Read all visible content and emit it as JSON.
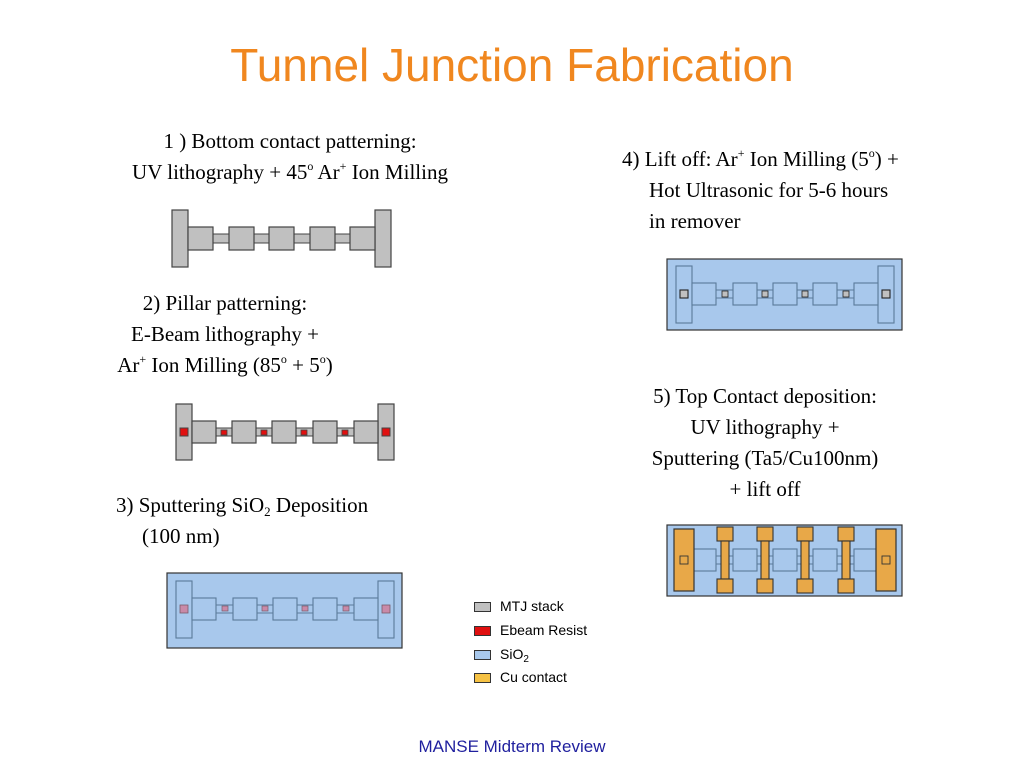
{
  "title": "Tunnel Junction Fabrication",
  "steps": [
    {
      "lines": [
        "1 ) Bottom contact patterning:",
        "UV lithography + 45",
        "o",
        " Ar",
        "+",
        " Ion Milling"
      ]
    },
    {
      "lines": [
        "2) Pillar patterning:",
        "E-Beam lithography +",
        "Ar",
        "+",
        " Ion Milling (85",
        "o",
        " + 5",
        "o",
        ")"
      ]
    },
    {
      "lines": [
        "3) Sputtering SiO",
        "2",
        " Deposition",
        "(100 nm)"
      ]
    },
    {
      "lines": [
        "4) Lift off: Ar",
        "+",
        " Ion Milling (5",
        "o",
        ") +",
        "Hot Ultrasonic for 5-6 hours",
        "in remover"
      ]
    },
    {
      "lines": [
        "5) Top Contact deposition:",
        "UV lithography +",
        "Sputtering (Ta5/Cu100nm)",
        "+ lift off"
      ]
    }
  ],
  "legend": [
    {
      "label": "MTJ stack",
      "color": "#c0c0c0"
    },
    {
      "label": "Ebeam Resist",
      "color": "#e01010"
    },
    {
      "label": "SiO",
      "sub": "2",
      "color": "#a8c8ec"
    },
    {
      "label": "Cu contact",
      "color": "#f6c244"
    }
  ],
  "colors": {
    "title": "#f0871f",
    "mtj": "#c0c0c0",
    "resist": "#e01010",
    "sio2": "#a8c8ec",
    "cu": "#e8a848",
    "footer": "#1f1f9e"
  },
  "footer": "MANSE Midterm Review"
}
